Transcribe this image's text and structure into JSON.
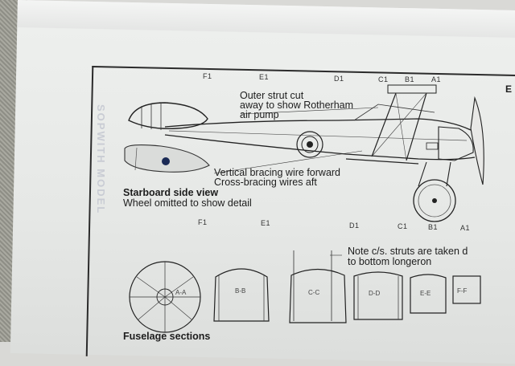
{
  "stations_top": [
    "F1",
    "E1",
    "D1",
    "C1",
    "B1",
    "A1"
  ],
  "stations_bottom": [
    "F1",
    "E1",
    "D1",
    "C1",
    "B1",
    "A1"
  ],
  "callouts": {
    "strut_line1": "Outer strut cut",
    "strut_line2": "away to show Rotherham",
    "strut_line3": "air pump",
    "bracing_line1": "Vertical bracing wire forward",
    "bracing_line2": "Cross-bracing wires aft",
    "struts_line1": "Note c/s. struts are taken d",
    "struts_line2": "to bottom longeron"
  },
  "side_view": {
    "title": "Starboard side view",
    "subtitle": "Wheel omitted to show detail"
  },
  "sections": {
    "labels": [
      "A-A",
      "B-B",
      "C-C",
      "D-D",
      "E-E",
      "F-F"
    ],
    "caption": "Fuselage sections"
  },
  "edge_letter": "E"
}
